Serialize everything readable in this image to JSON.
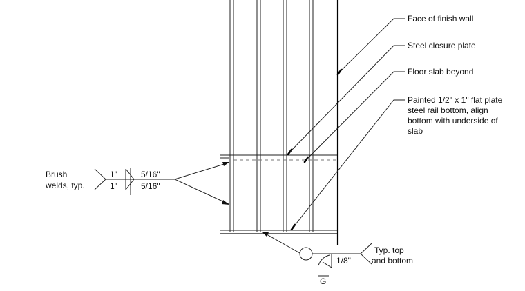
{
  "labels": {
    "face_of_finish_wall": "Face of finish wall",
    "steel_closure_plate": "Steel closure plate",
    "floor_slab_beyond": "Floor slab beyond",
    "painted_plate_line1": "Painted 1/2\" x 1\" flat plate",
    "painted_plate_line2": "steel rail bottom, align",
    "painted_plate_line3": "bottom with underside of",
    "painted_plate_line4": "slab",
    "brush_line1": "Brush",
    "brush_line2": "welds, typ.",
    "typ_line1": "Typ. top",
    "typ_line2": "and bottom"
  },
  "weld_symbol_left": {
    "size_top": "1\"",
    "size_bottom": "1\"",
    "length_top": "5/16\"",
    "length_bottom": "5/16\""
  },
  "weld_symbol_bottom": {
    "size": "1/8\"",
    "finish": "G"
  }
}
